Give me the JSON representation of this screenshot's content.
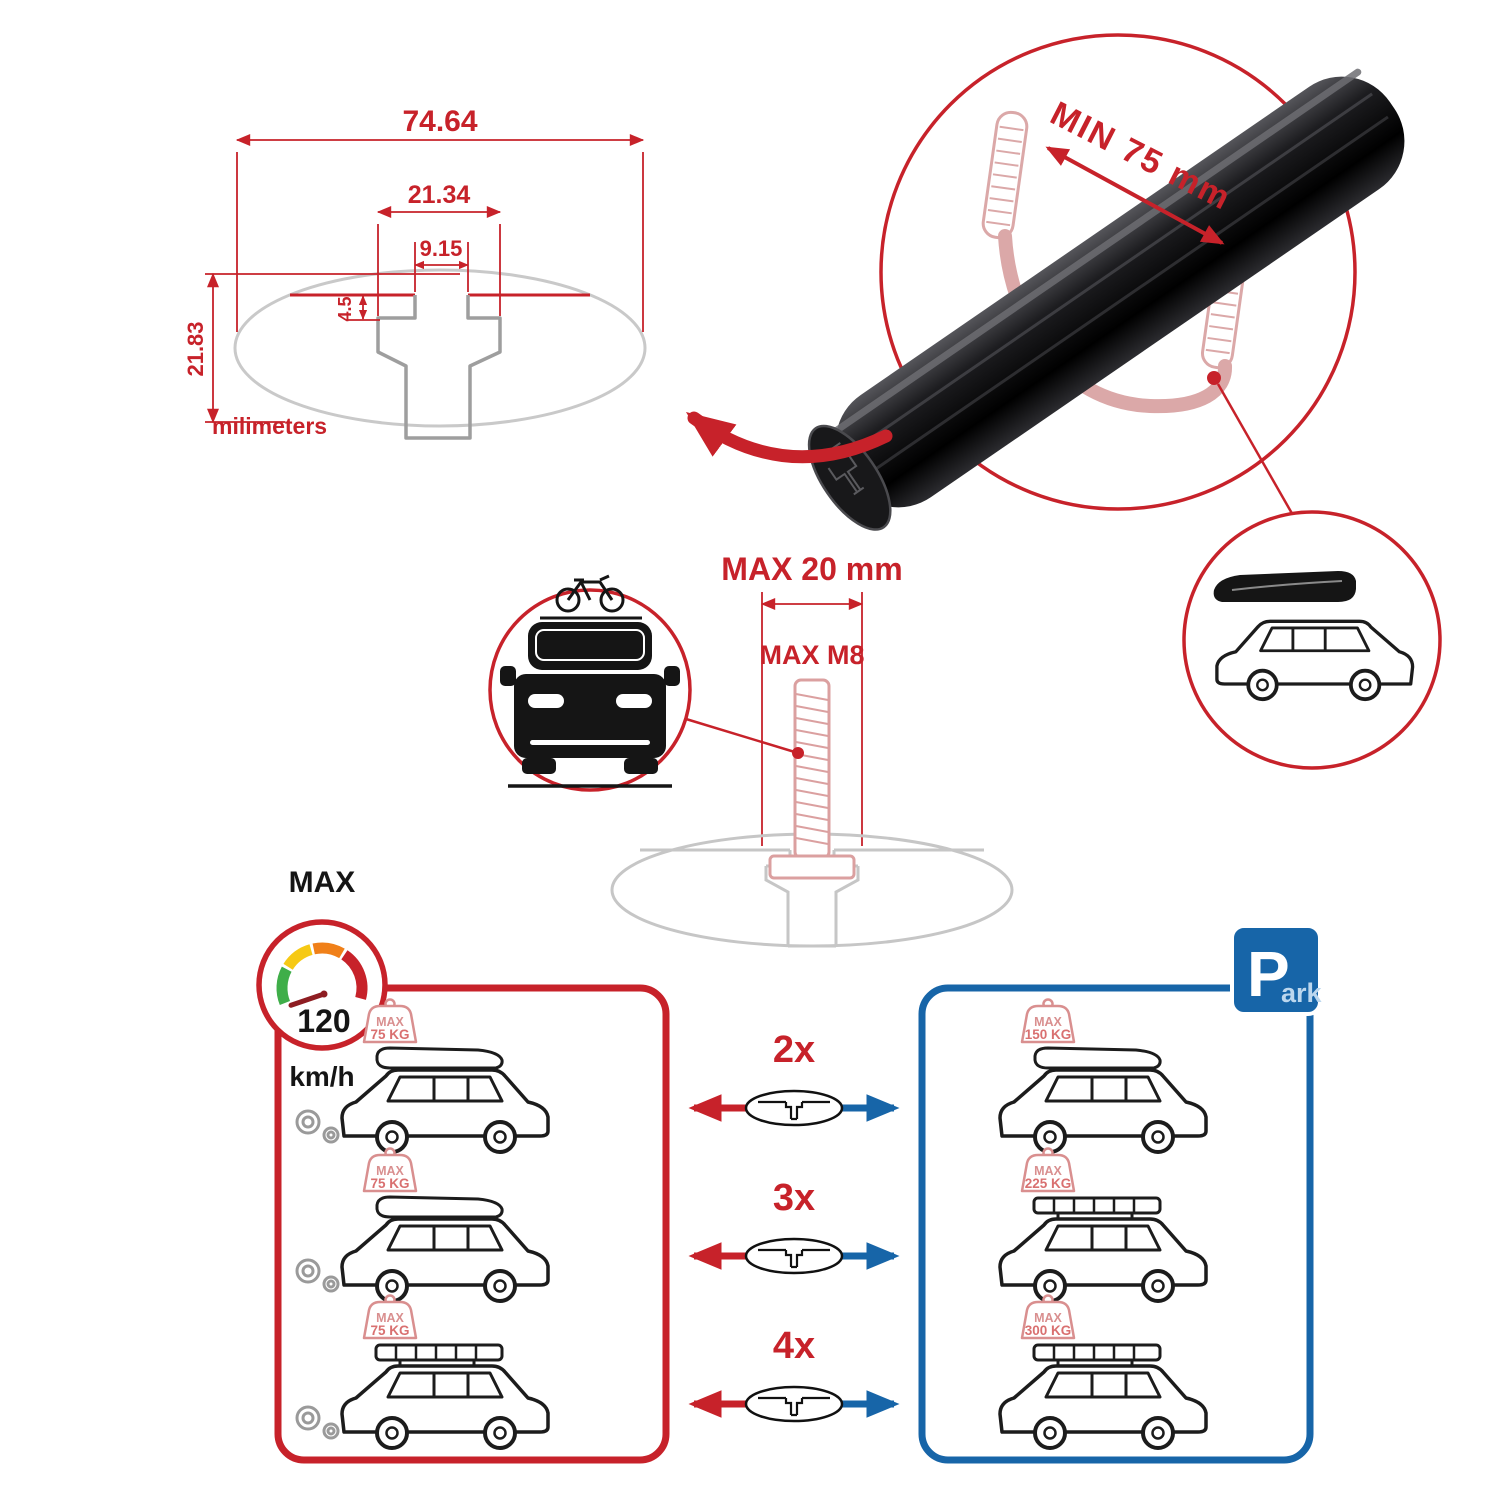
{
  "colors": {
    "red": "#c7222a",
    "dark_red": "#8e1d22",
    "pink": "#dba3a3",
    "blue": "#1765a8",
    "light_blue": "#bcd7ee",
    "gray": "#c6c6c6",
    "black": "#151515",
    "gauge_green": "#3fae49",
    "gauge_yellow": "#f6c914",
    "gauge_orange": "#f08019"
  },
  "dimension_diagram": {
    "total_width": "74.64",
    "slot_outer_width": "21.34",
    "slot_opening_width": "9.15",
    "lip_depth": "4.5",
    "total_height": "21.83",
    "units_label": "milimeters"
  },
  "crossbar_closeup": {
    "min_clamp_span_label": "MIN 75 mm"
  },
  "bolt_spec": {
    "max_width_label": "MAX 20 mm",
    "max_thread_label": "MAX M8"
  },
  "speed_limit": {
    "title": "MAX",
    "value": "120",
    "unit": "km/h"
  },
  "park_sign": {
    "letter": "P",
    "suffix": "ark"
  },
  "speed_panel": {
    "loads": [
      {
        "label": "MAX",
        "value": "75 KG"
      },
      {
        "label": "MAX",
        "value": "75 KG"
      },
      {
        "label": "MAX",
        "value": "75 KG"
      }
    ]
  },
  "park_panel": {
    "loads": [
      {
        "label": "MAX",
        "value": "150 KG"
      },
      {
        "label": "MAX",
        "value": "225 KG"
      },
      {
        "label": "MAX",
        "value": "300 KG"
      }
    ]
  },
  "bar_quantities": [
    "2x",
    "3x",
    "4x"
  ]
}
